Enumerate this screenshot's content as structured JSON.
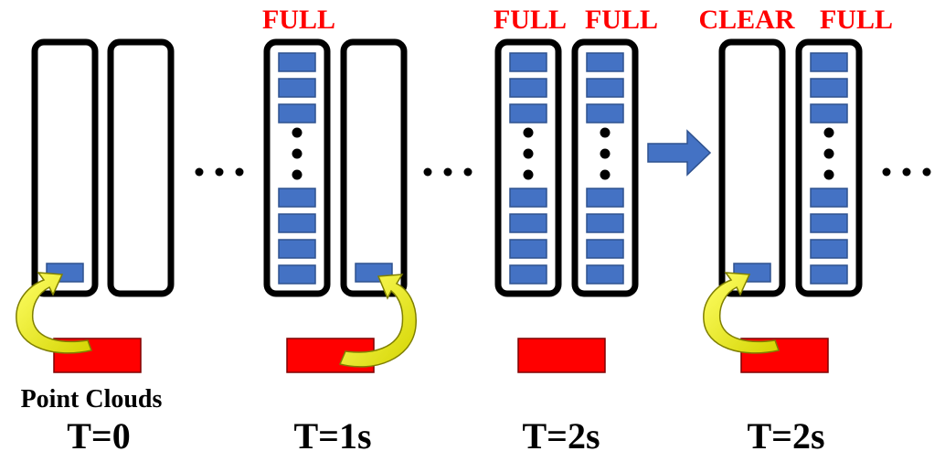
{
  "colors": {
    "buffer_outline": "#000000",
    "slot_fill": "#4472c4",
    "slot_outline": "#2f528f",
    "source_fill": "#ff0000",
    "status_text": "#ff0000",
    "arrow_fill": "#4472c4",
    "curve_arrow_fill": "#ffff00",
    "curve_arrow_outline": "#7f7f00"
  },
  "source_caption": "Point Clouds",
  "stages": [
    {
      "time_label": "T=0",
      "buffers": [
        {
          "status": "",
          "state": "incoming"
        },
        {
          "status": "",
          "state": "empty"
        }
      ],
      "source_block": "source-rect",
      "feed_arrow": "curved-yellow-arrow"
    },
    {
      "time_label": "T=1s",
      "buffers": [
        {
          "status": "FULL",
          "state": "full"
        },
        {
          "status": "",
          "state": "incoming"
        }
      ],
      "source_block": "source-rect",
      "feed_arrow": "curved-yellow-arrow"
    },
    {
      "time_label": "T=2s",
      "buffers": [
        {
          "status": "FULL",
          "state": "full"
        },
        {
          "status": "FULL",
          "state": "full"
        }
      ],
      "source_block": "source-rect",
      "feed_arrow": ""
    },
    {
      "time_label": "T=2s",
      "buffers": [
        {
          "status": "CLEAR",
          "state": "incoming"
        },
        {
          "status": "FULL",
          "state": "full"
        }
      ],
      "source_block": "source-rect",
      "feed_arrow": "curved-yellow-arrow"
    }
  ],
  "ellipsis_icons": [
    "ellipsis-icon",
    "ellipsis-icon",
    "ellipsis-icon"
  ],
  "transition_arrow_icon": "right-arrow-icon"
}
